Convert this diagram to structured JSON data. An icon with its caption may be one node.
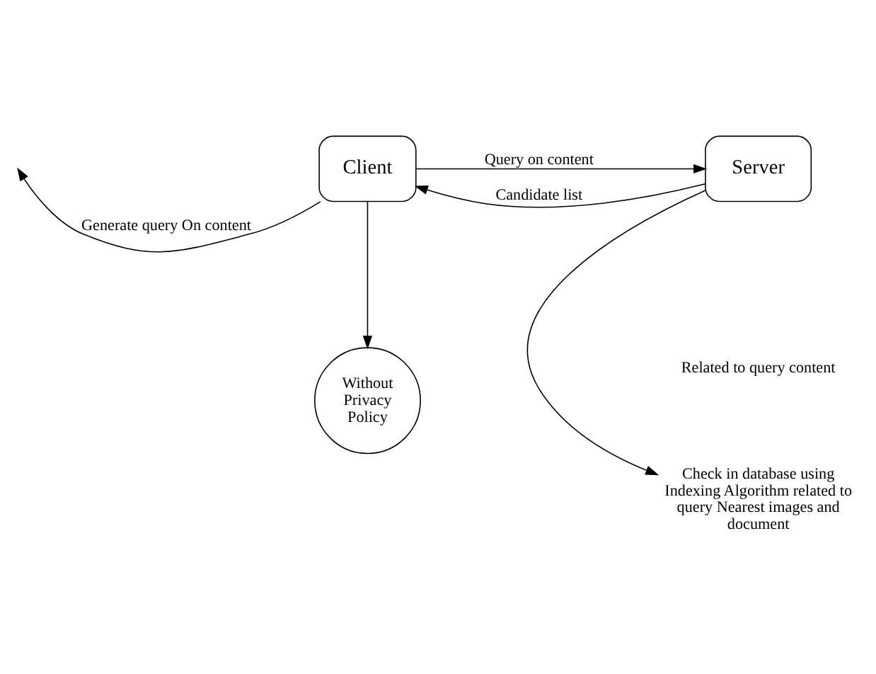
{
  "diagram": {
    "nodes": [
      {
        "text": [
          "Without Privacy Policy"
        ]
      },
      {
        "text": [
          "Client"
        ]
      },
      {
        "text": [
          "Server"
        ]
      },
      {
        "text": [
          "Check in database using Indexing Algorithm related to query Nearest images and document"
        ]
      }
    ],
    "edges": [
      {
        "from": 1,
        "to": 0,
        "arrow": "to"
      },
      {
        "from": 1,
        "to": 2,
        "arrow": "to",
        "label": "Query on content"
      },
      {
        "from": 2,
        "to": 1,
        "arrow": "to",
        "label": "Candidate list"
      },
      {
        "from": 2,
        "to": 3,
        "arrow": "to"
      },
      {
        "from": 1,
        "to": null,
        "arrow": "to",
        "label": "Generate query On content"
      }
    ],
    "labels": [
      "Related to query content"
    ]
  }
}
